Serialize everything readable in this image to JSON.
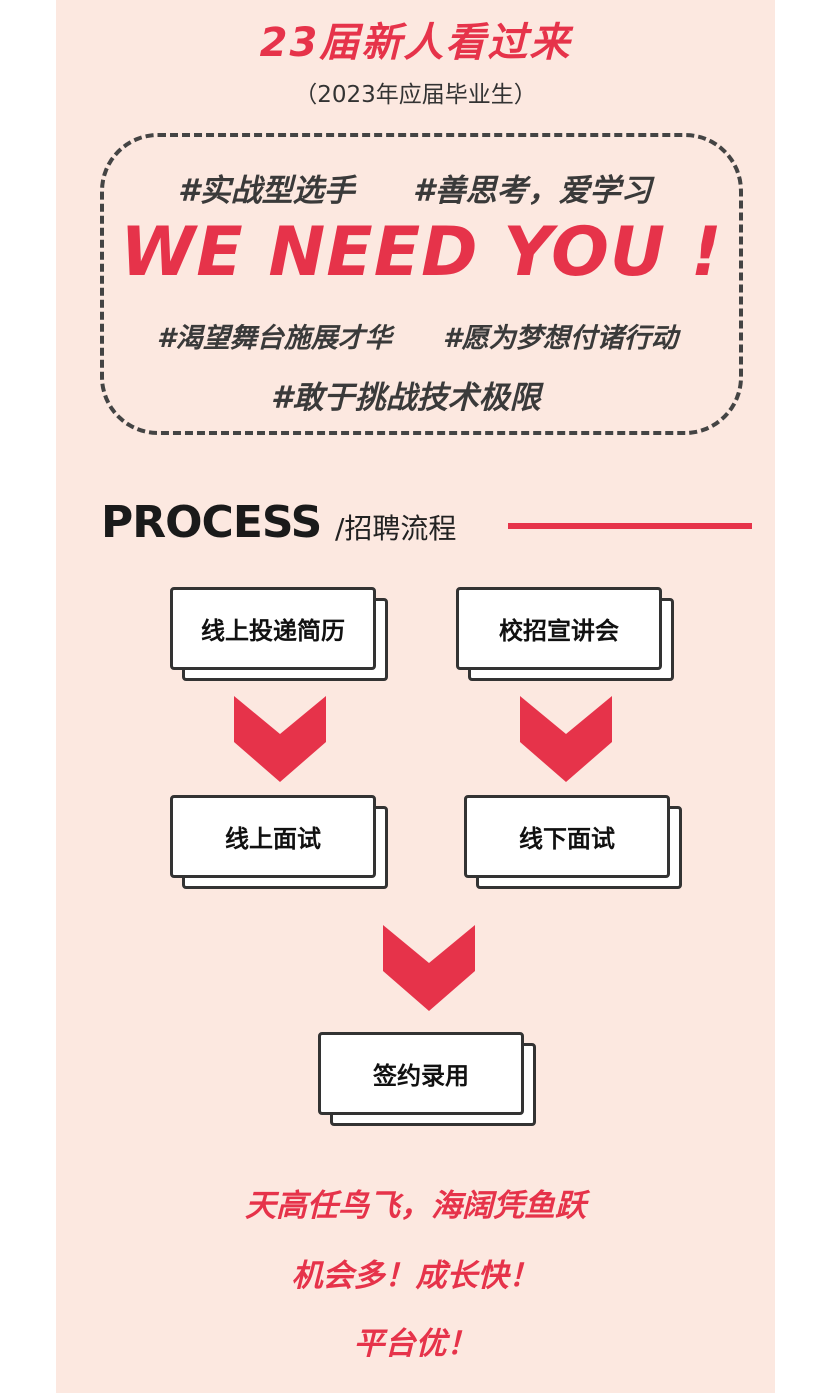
{
  "header": {
    "title": "23届新人看过来",
    "subtitle": "（2023年应届毕业生）"
  },
  "tags": {
    "tag1": "#实战型选手",
    "tag2": "#善思考，爱学习",
    "tag3": "#渴望舞台施展才华",
    "tag4": "#愿为梦想付诸行动",
    "tag5": "#敢于挑战技术极限"
  },
  "banner": {
    "text": "WE NEED YOU !"
  },
  "process": {
    "title": "PROCESS",
    "subtitle": "/招聘流程",
    "steps": {
      "online_apply": "线上投递简历",
      "campus_talk": "校招宣讲会",
      "online_interview": "线上面试",
      "offline_interview": "线下面试",
      "sign": "签约录用"
    }
  },
  "footer": {
    "line1": "天高任鸟飞，海阔凭鱼跃",
    "line2": "机会多！成长快！",
    "line3": "平台优！"
  },
  "colors": {
    "accent": "#e6334a",
    "panel_bg": "#fce8e0",
    "dark": "#333333"
  }
}
